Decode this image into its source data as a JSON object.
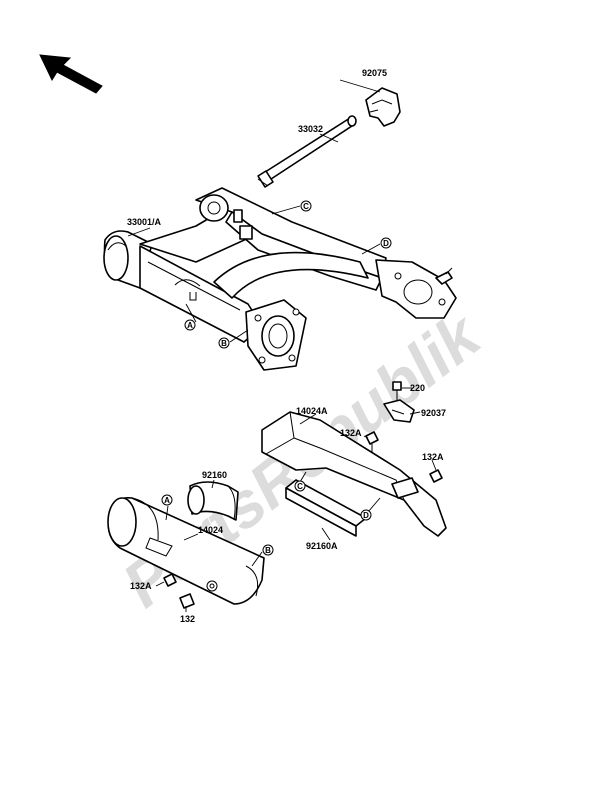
{
  "watermark": "PartsRepublik",
  "part_numbers": {
    "p92075": "92075",
    "p33032": "33032",
    "p33001A": "33001/A",
    "p220": "220",
    "p92037": "92037",
    "p14024A": "14024A",
    "p132A_top": "132A",
    "p132A_right": "132A",
    "p92160": "92160",
    "p14024": "14024",
    "p92160A": "92160A",
    "p132A_bottom": "132A",
    "p132": "132"
  },
  "callouts": {
    "c_upper": "C",
    "d_upper": "D",
    "a_upper": "A",
    "b_upper": "B",
    "a_lower": "A",
    "b_lower": "B",
    "c_lower": "C",
    "d_lower": "D"
  },
  "icons": {
    "direction": "front-direction-arrow"
  },
  "colors": {
    "line": "#000000",
    "watermark": "#dcdcdc",
    "background": "#ffffff"
  }
}
